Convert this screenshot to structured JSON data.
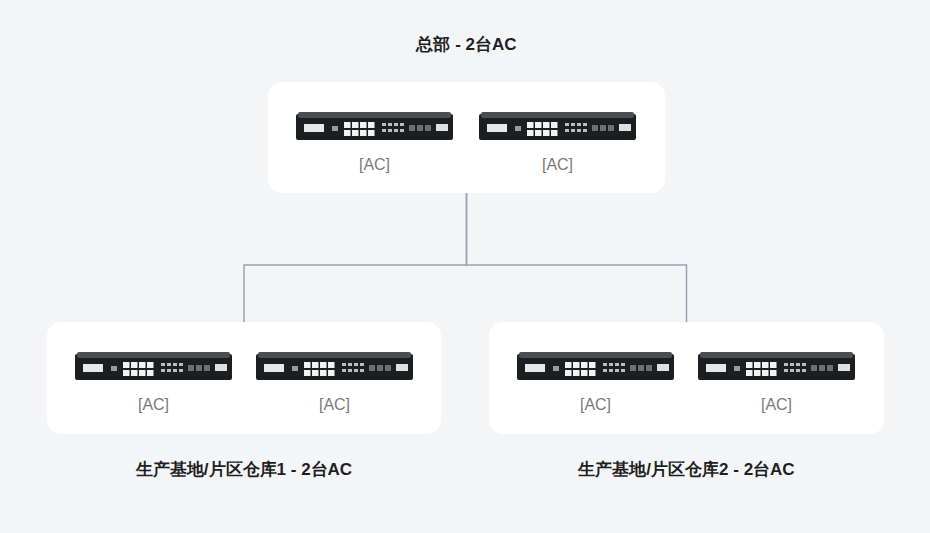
{
  "diagram": {
    "nodes": [
      {
        "text": [
          "总部 - 2台AC"
        ]
      },
      {
        "text": [
          "[AC]"
        ],
        "in": 0
      },
      {
        "text": [
          "[AC]"
        ],
        "in": 0
      },
      {
        "text": [
          "生产基地/片区仓库1 - 2台AC"
        ]
      },
      {
        "text": [
          "[AC]"
        ],
        "in": 3
      },
      {
        "text": [
          "[AC]"
        ],
        "in": 3
      },
      {
        "text": [
          "生产基地/片区仓库2  - 2台AC"
        ]
      },
      {
        "text": [
          "[AC]"
        ],
        "in": 6
      },
      {
        "text": [
          "[AC]"
        ],
        "in": 6
      }
    ],
    "edges": [
      {
        "from": 0,
        "to": 3,
        "arrow": "none"
      },
      {
        "from": 0,
        "to": 6,
        "arrow": "none"
      }
    ]
  }
}
